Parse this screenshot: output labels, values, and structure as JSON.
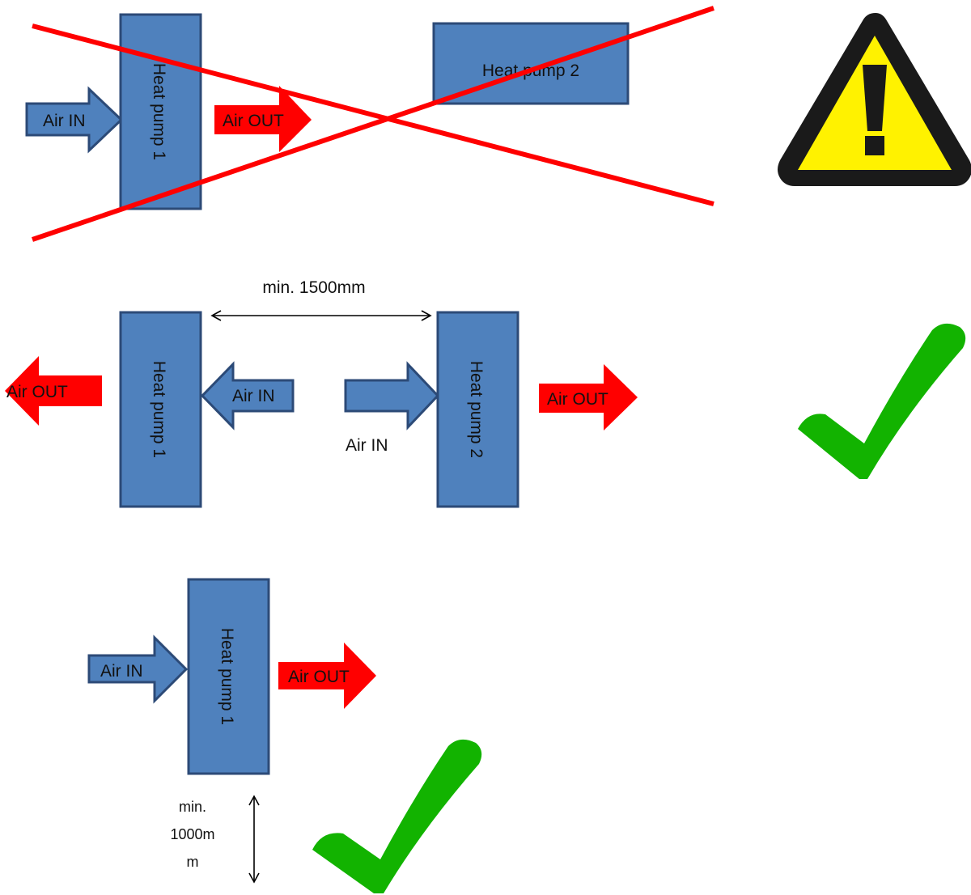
{
  "colors": {
    "pump_fill": "#4f81bd",
    "pump_stroke": "#2c4a77",
    "arrow_in_fill": "#4f81bd",
    "arrow_out_fill": "#ff0000",
    "cross_line": "#ff0000",
    "warning_yellow": "#fff200",
    "check_green": "#12b300"
  },
  "icons": {
    "warning": "warning-triangle-icon",
    "check": "checkmark-icon",
    "cross": "cross-out-icon"
  },
  "scenario_wrong": {
    "pump1_label": "Heat pump 1",
    "pump2_label": "Heat pump 2",
    "air_in": "Air IN",
    "air_out": "Air OUT"
  },
  "scenario_ok_two": {
    "distance_label": "min. 1500mm",
    "pump1_label": "Heat pump 1",
    "pump2_label": "Heat pump 2",
    "left_air_out": "Air OUT",
    "pump1_air_in": "Air IN",
    "pump2_air_in": "Air IN",
    "right_air_out": "Air OUT"
  },
  "scenario_ok_single": {
    "pump_label": "Heat pump 1",
    "air_in": "Air IN",
    "air_out": "Air OUT",
    "clearance_line1": "min.",
    "clearance_line2": "1000m",
    "clearance_line3": "m"
  }
}
